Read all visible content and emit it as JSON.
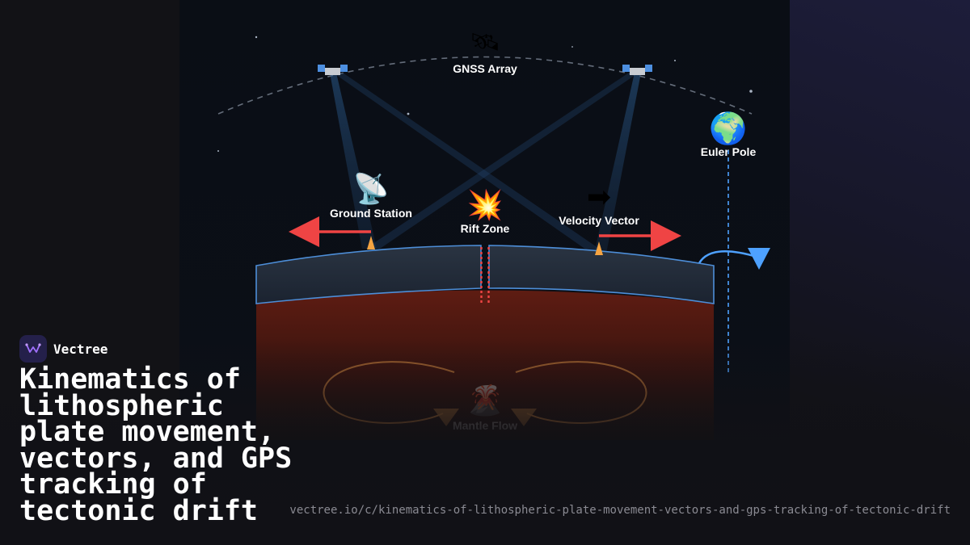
{
  "diagram": {
    "labels": {
      "gnss_array": "GNSS Array",
      "euler_pole": "Euler Pole",
      "ground_station": "Ground Station",
      "rift_zone": "Rift Zone",
      "velocity_vector": "Velocity Vector",
      "mantle_flow": "Mantle Flow"
    },
    "icons": {
      "gnss": "satellite-icon",
      "satellites": [
        "satellite-left-icon",
        "satellite-right-icon"
      ],
      "euler_pole": "globe-icon",
      "ground_station": "satellite-dish-icon",
      "rift_zone": "collision-icon",
      "velocity_vector": "right-arrow-icon",
      "mantle_flow": "volcano-icon"
    },
    "colors": {
      "vector_arrow": "#ef4444",
      "rotation": "#4ea1ff",
      "crust": "#263140",
      "mantle": "#5e1c12",
      "marker": "#f5a442",
      "orbit": "#7a8494"
    }
  },
  "brand": {
    "name": "Vectree"
  },
  "title": "Kinematics of lithospheric plate movement, vectors, and GPS tracking of tectonic drift",
  "url": "vectree.io/c/kinematics-of-lithospheric-plate-movement-vectors-and-gps-tracking-of-tectonic-drift"
}
